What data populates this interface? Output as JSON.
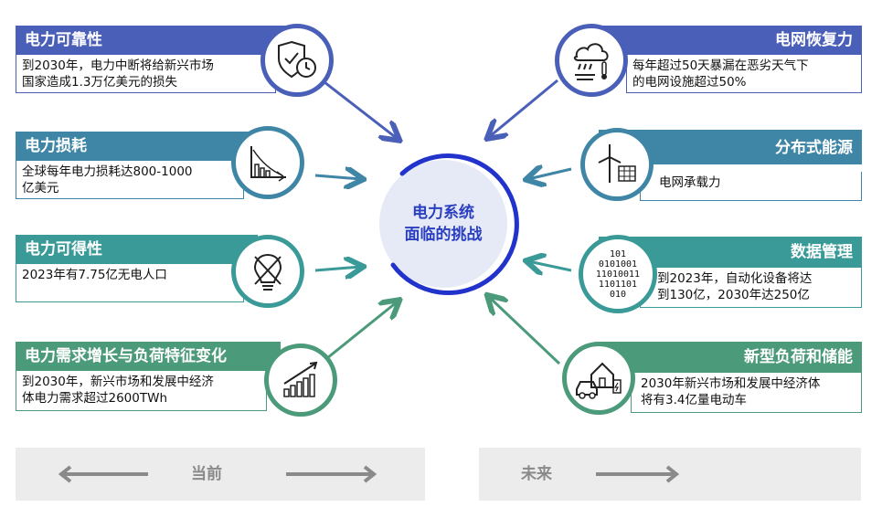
{
  "center": {
    "line1": "电力系统",
    "line2": "面临的挑战"
  },
  "left_cards": [
    {
      "title": "电力可靠性",
      "line1": "到2030年，电力中断将给新兴市场",
      "line2": "国家造成1.3万亿美元的损失",
      "icon": "shield-clock-icon",
      "color": "#4a5fb8"
    },
    {
      "title": "电力损耗",
      "line1": "全球每年电力损耗达800-1000",
      "line2": "亿美元",
      "icon": "declining-chart-icon",
      "color": "#3f86a6"
    },
    {
      "title": "电力可得性",
      "line1": "2023年有7.75亿无电人口",
      "line2": "",
      "icon": "crossed-bulb-icon",
      "color": "#3a9a98"
    },
    {
      "title": "电力需求增长与负荷特征变化",
      "line1": "到2030年，新兴市场和发展中经济",
      "line2": "体电力需求超过2600TWh",
      "icon": "growth-chart-icon",
      "color": "#4b9a7a"
    }
  ],
  "right_cards": [
    {
      "title": "电网恢复力",
      "line1": "每年超过50天暴漏在恶劣天气下",
      "line2": "的电网设施超过50%",
      "icon": "storm-weather-icon",
      "color": "#4a5fb8"
    },
    {
      "title": "分布式能源",
      "line1": "电网承载力",
      "line2": "",
      "icon": "wind-solar-icon",
      "color": "#3f86a6"
    },
    {
      "title": "数据管理",
      "line1": "到2023年，自动化设备将达",
      "line2": "到130亿，2030年达250亿",
      "icon": "binary-data-icon",
      "color": "#3a9a98"
    },
    {
      "title": "新型负荷和储能",
      "line1": "2030年新兴市场和发展中经济体",
      "line2": "将有3.4亿量电动车",
      "icon": "ev-home-icon",
      "color": "#4b9a7a"
    }
  ],
  "binary_lines": [
    "101",
    "0101001",
    "11010011",
    "1101101",
    "010"
  ],
  "bottom": {
    "current_label": "当前",
    "future_label": "未来"
  }
}
